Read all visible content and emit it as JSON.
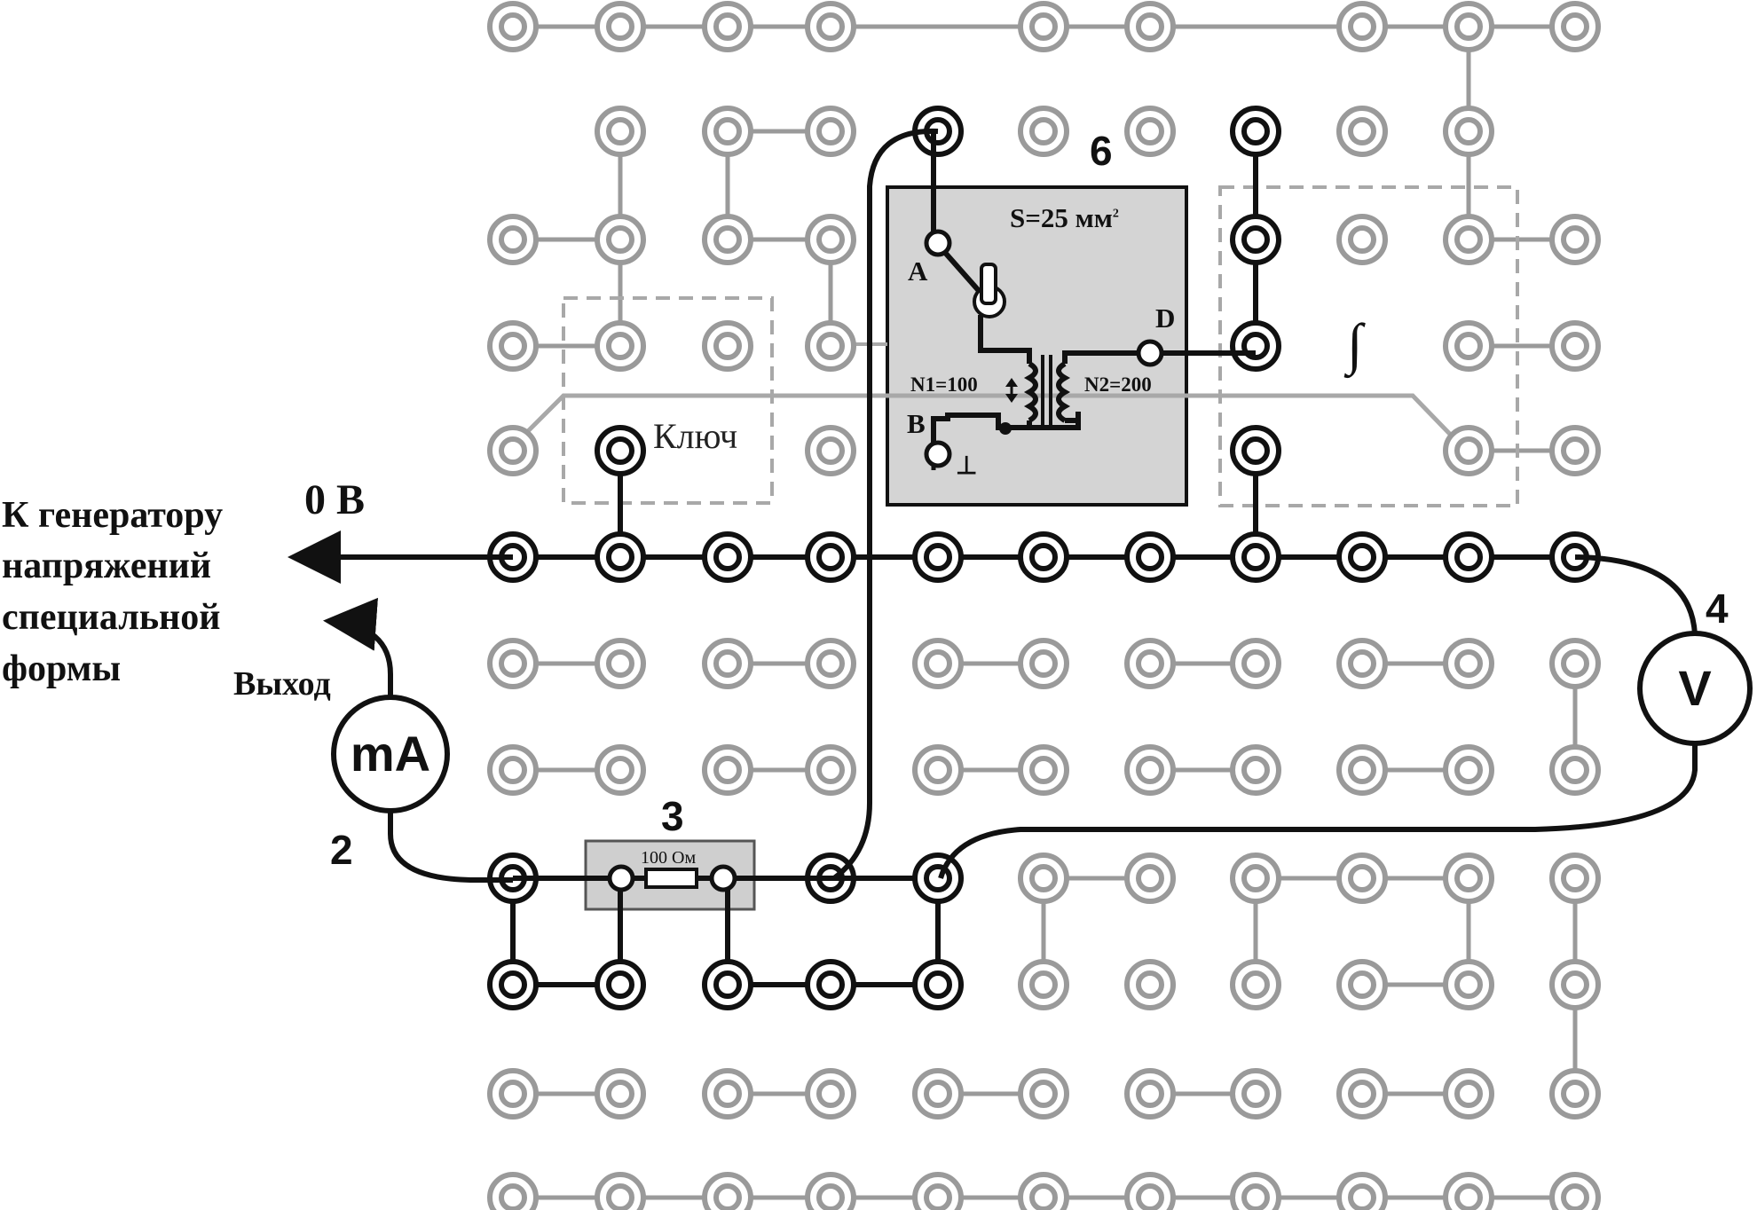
{
  "labels": {
    "generator_line1": "К генератору",
    "generator_line2": "напряжений",
    "generator_line3": "специальной",
    "generator_line4": "формы",
    "zero_volt": "0 В",
    "output": "Выход",
    "ammeter": "mA",
    "voltmeter": "V",
    "num_ammeter": "2",
    "num_resistor": "3",
    "num_voltmeter": "4",
    "num_transformer": "6",
    "resistor_value": "100 Ом",
    "key": "Ключ",
    "area": "S=25 мм",
    "area_sup": "2",
    "pin_a": "A",
    "pin_b": "B",
    "pin_d": "D",
    "n1": "N1=100",
    "n2": "N2=200",
    "integrator_symbol": "∫",
    "ground_symbol": "⊥"
  },
  "colors": {
    "active": "#111111",
    "inactive": "#9a9a9a",
    "module_fill": "#d4d4d4",
    "dashed_frame": "#a8a8a8"
  }
}
